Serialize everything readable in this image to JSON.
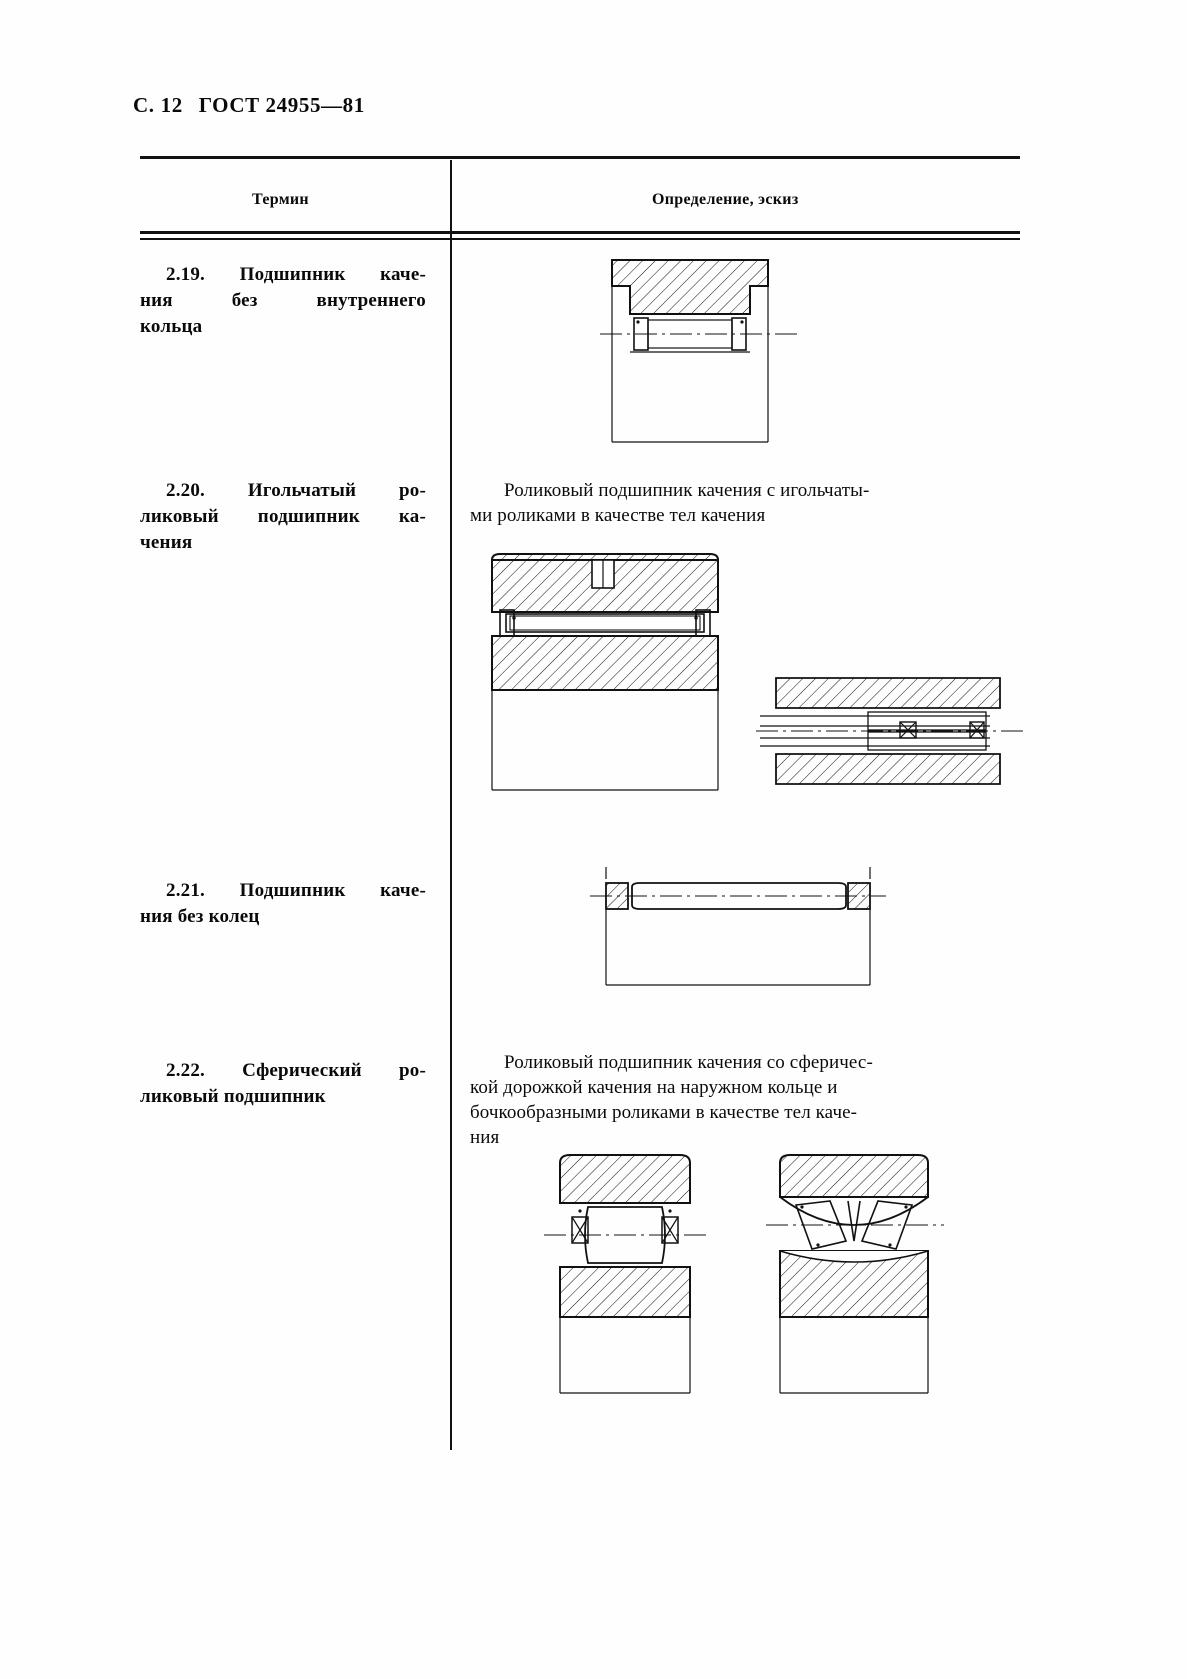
{
  "document": {
    "page_marker": "С.",
    "page_number": "12",
    "standard": "ГОСТ 24955—81"
  },
  "table": {
    "columns": {
      "term": "Термин",
      "definition": "Определение, эскиз"
    },
    "rows": [
      {
        "id": "2.19",
        "term_number": "2.19.",
        "term_line_1": "2.19. Подшипник каче-",
        "term_line_2": "ния без внутреннего",
        "term_line_3": "кольца",
        "term_full": "2.19. Подшипник качения без внутреннего кольца",
        "definition_text": "",
        "figure": "bearing-without-inner-ring-cross-section"
      },
      {
        "id": "2.20",
        "term_number": "2.20.",
        "term_line_1": "2.20. Игольчатый ро-",
        "term_line_2": "ликовый подшипник ка-",
        "term_line_3": "чения",
        "term_full": "2.20. Игольчатый роликовый подшипник качения",
        "definition_line_1": "Роликовый подшипник качения с игольчаты-",
        "definition_line_2": "ми роликами в качестве тел качения",
        "definition_text": "Роликовый подшипник качения с игольчатыми роликами в качестве тел качения",
        "figure": "needle-roller-bearing-cross-section"
      },
      {
        "id": "2.21",
        "term_number": "2.21.",
        "term_line_1": "2.21. Подшипник каче-",
        "term_line_2": "ния без колец",
        "term_full": "2.21. Подшипник качения без колец",
        "definition_text": "",
        "figure": "bearing-without-rings-cross-section"
      },
      {
        "id": "2.22",
        "term_number": "2.22.",
        "term_line_1": "2.22. Сферический ро-",
        "term_line_2": "ликовый подшипник",
        "term_full": "2.22. Сферический роликовый подшипник",
        "definition_line_1": "Роликовый подшипник качения со сферичес-",
        "definition_line_2": "кой дорожкой качения на наружном кольце и",
        "definition_line_3": "бочкообразными роликами в качестве тел каче-",
        "definition_line_4": "ния",
        "definition_text": "Роликовый подшипник качения со сферической дорожкой качения на наружном кольце и бочкообразными роликами в качестве тел качения",
        "figure": "spherical-roller-bearing-cross-sections"
      }
    ]
  },
  "colors": {
    "ink": "#111111",
    "paper": "#ffffff"
  }
}
